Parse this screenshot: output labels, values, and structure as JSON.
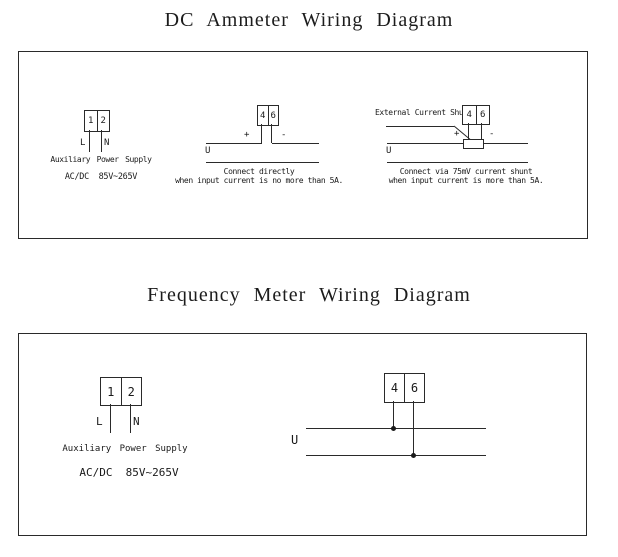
{
  "page": {
    "bg": "#ffffff",
    "ink": "#1a1a1a"
  },
  "dc": {
    "title": "DC Ammeter Wiring Diagram",
    "aux": {
      "t1": "1",
      "t2": "2",
      "l": "L",
      "n": "N",
      "name": "Auxiliary Power Supply",
      "rating": "AC/DC  85V~265V"
    },
    "direct": {
      "t4": "4",
      "t6": "6",
      "plus": "+",
      "minus": "-",
      "u": "U",
      "cap1": "Connect directly",
      "cap2": "when input current is no more than 5A."
    },
    "shunt": {
      "label": "External Current Shunt",
      "t4": "4",
      "t6": "6",
      "plus": "+",
      "minus": "-",
      "u": "U",
      "cap1": "Connect via 75mV current shunt",
      "cap2": "when input current is more than 5A."
    }
  },
  "freq": {
    "title": "Frequency Meter Wiring Diagram",
    "aux": {
      "t1": "1",
      "t2": "2",
      "l": "L",
      "n": "N",
      "name": "Auxiliary Power Supply",
      "rating": "AC/DC  85V~265V"
    },
    "input": {
      "t4": "4",
      "t6": "6",
      "u": "U"
    }
  }
}
